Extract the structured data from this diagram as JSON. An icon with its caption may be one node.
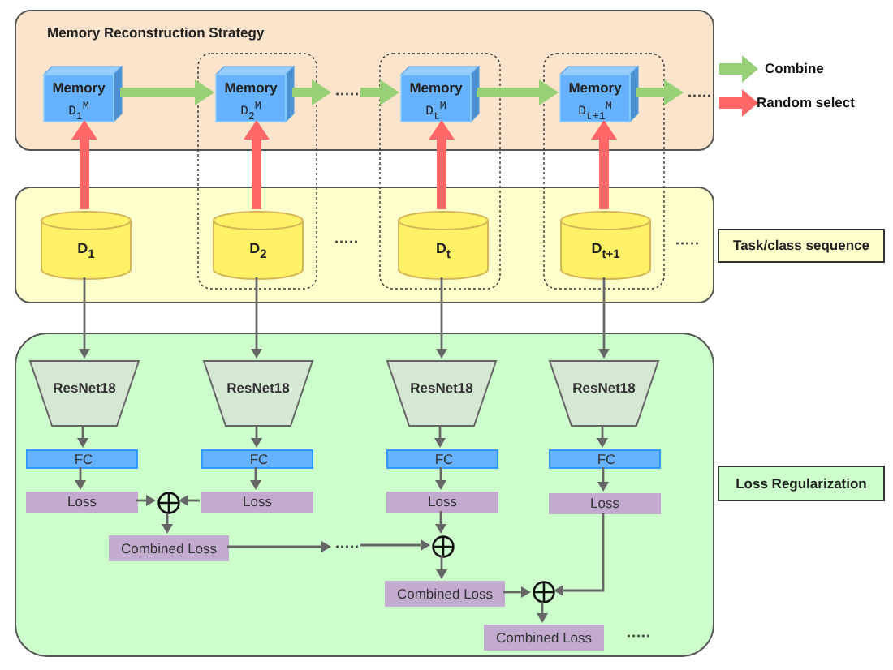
{
  "diagram": {
    "nodes": [
      {
        "text": [
          "Memory Reconstruction Strategy"
        ]
      },
      {
        "text": [
          "Memory",
          "D$_{1}$$^{M}$"
        ],
        "in": 0
      },
      {
        "text": [
          "Memory",
          "D$_{2}$$^{M}$"
        ],
        "in": 0
      },
      {
        "text": [
          "Memory",
          "D$_{t}$$^{M}$"
        ],
        "in": 0
      },
      {
        "text": [
          "Memory",
          "D$_{t+1}$$^{M}$"
        ],
        "in": 0
      },
      {
        "text": [],
        "shape": "box"
      },
      {
        "text": [
          "D$_{1}$"
        ],
        "in": 5
      },
      {
        "text": [
          "D$_{2}$"
        ],
        "in": 5
      },
      {
        "text": [
          "D$_{t}$"
        ],
        "in": 5
      },
      {
        "text": [
          "D$_{t+1}$"
        ],
        "in": 5
      },
      {
        "text": [
          "Task/class sequence"
        ]
      },
      {
        "text": [],
        "shape": "box"
      },
      {
        "text": [
          "ResNet18"
        ],
        "in": 11
      },
      {
        "text": [
          "ResNet18"
        ],
        "in": 11
      },
      {
        "text": [
          "ResNet18"
        ],
        "in": 11
      },
      {
        "text": [
          "ResNet18"
        ],
        "in": 11
      },
      {
        "text": [
          "FC"
        ],
        "in": 11
      },
      {
        "text": [
          "FC"
        ],
        "in": 11
      },
      {
        "text": [
          "FC"
        ],
        "in": 11
      },
      {
        "text": [
          "FC"
        ],
        "in": 11
      },
      {
        "text": [
          "Loss"
        ],
        "in": 11
      },
      {
        "text": [
          "Loss"
        ],
        "in": 11
      },
      {
        "text": [
          "Loss"
        ],
        "in": 11
      },
      {
        "text": [
          "Loss"
        ],
        "in": 11
      },
      {
        "text": [],
        "shape": "circle",
        "in": 11
      },
      {
        "text": [
          "Combined Loss"
        ],
        "in": 11
      },
      {
        "text": [],
        "shape": "circle",
        "in": 11
      },
      {
        "text": [
          "Combined Loss"
        ],
        "in": 11
      },
      {
        "text": [],
        "shape": "circle",
        "in": 11
      },
      {
        "text": [
          "Combined Loss"
        ],
        "in": 11
      },
      {
        "text": [
          "Loss Regularization"
        ]
      },
      {
        "text": [
          "·····"
        ],
        "in": 0
      },
      {
        "text": [
          "·····"
        ],
        "in": 0
      },
      {
        "text": [
          "·····"
        ],
        "in": 11
      }
    ],
    "edges": [
      {
        "from": 1,
        "to": 2,
        "arrow": "to",
        "style": "thick",
        "color": "#97d077"
      },
      {
        "from": 2,
        "to": 31,
        "arrow": "to",
        "style": "thick",
        "color": "#97d077"
      },
      {
        "from": 31,
        "to": 3,
        "arrow": "to",
        "style": "thick",
        "color": "#97d077"
      },
      {
        "from": 3,
        "to": 4,
        "arrow": "to",
        "style": "thick",
        "color": "#97d077"
      },
      {
        "from": 4,
        "to": 32,
        "arrow": "to",
        "style": "thick",
        "color": "#97d077"
      },
      {
        "from": 6,
        "to": 1,
        "arrow": "to",
        "style": "thick",
        "color": "#ff6666"
      },
      {
        "from": 7,
        "to": 2,
        "arrow": "to",
        "style": "thick",
        "color": "#ff6666"
      },
      {
        "from": 8,
        "to": 3,
        "arrow": "to",
        "style": "thick",
        "color": "#ff6666"
      },
      {
        "from": 9,
        "to": 4,
        "arrow": "to",
        "style": "thick",
        "color": "#ff6666"
      },
      {
        "from": 6,
        "to": 12,
        "arrow": "to"
      },
      {
        "from": 7,
        "to": 13,
        "arrow": "to"
      },
      {
        "from": 8,
        "to": 14,
        "arrow": "to"
      },
      {
        "from": 9,
        "to": 15,
        "arrow": "to"
      },
      {
        "from": 12,
        "to": 16,
        "arrow": "to"
      },
      {
        "from": 13,
        "to": 17,
        "arrow": "to"
      },
      {
        "from": 14,
        "to": 18,
        "arrow": "to"
      },
      {
        "from": 15,
        "to": 19,
        "arrow": "to"
      },
      {
        "from": 16,
        "to": 20,
        "arrow": "to"
      },
      {
        "from": 17,
        "to": 21,
        "arrow": "to"
      },
      {
        "from": 18,
        "to": 22,
        "arrow": "to"
      },
      {
        "from": 19,
        "to": 23,
        "arrow": "to"
      },
      {
        "from": 20,
        "to": 24,
        "arrow": "to"
      },
      {
        "from": 21,
        "to": 24,
        "arrow": "to"
      },
      {
        "from": 24,
        "to": 25,
        "arrow": "to"
      },
      {
        "from": 25,
        "to": 33,
        "arrow": "to"
      },
      {
        "from": 33,
        "to": 26,
        "arrow": "to"
      },
      {
        "from": 22,
        "to": 26,
        "arrow": "to"
      },
      {
        "from": 26,
        "to": 27,
        "arrow": "to"
      },
      {
        "from": 27,
        "to": 28,
        "arrow": "to"
      },
      {
        "from": 23,
        "to": 28,
        "arrow": "to"
      },
      {
        "from": 28,
        "to": 29,
        "arrow": "to"
      }
    ],
    "labels": [
      "·····",
      "·····",
      "·····"
    ],
    "legend": [
      {
        "text": "Combine"
      },
      {
        "text": "Random select"
      }
    ]
  }
}
